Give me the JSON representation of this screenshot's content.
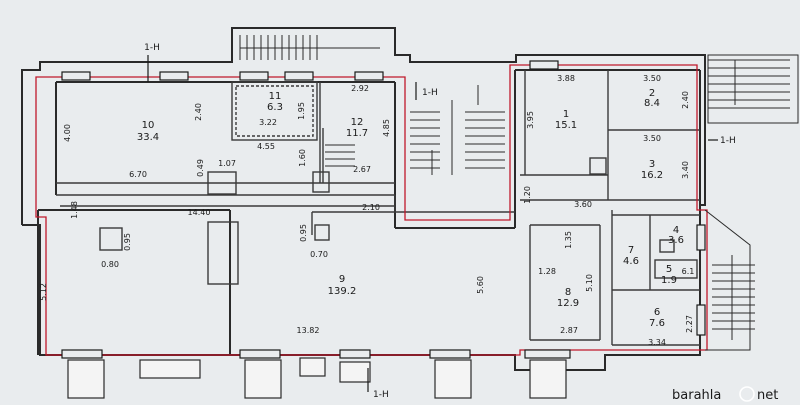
{
  "rooms": [
    {
      "num": "1",
      "area": "15.1"
    },
    {
      "num": "2",
      "area": "8.4"
    },
    {
      "num": "3",
      "area": "16.2"
    },
    {
      "num": "4",
      "area": "3.6"
    },
    {
      "num": "5",
      "area": "1.9"
    },
    {
      "num": "6",
      "area": "7.6"
    },
    {
      "num": "7",
      "area": "4.6"
    },
    {
      "num": "8",
      "area": "12.9"
    },
    {
      "num": "9",
      "area": "139.2"
    },
    {
      "num": "10",
      "area": "33.4"
    },
    {
      "num": "11",
      "area": "6.3"
    },
    {
      "num": "12",
      "area": "11.7"
    }
  ],
  "dimensions": [
    "3.88",
    "3.50",
    "2.40",
    "3.95",
    "3.50",
    "3.40",
    "3.60",
    "1.20",
    "2.92",
    "4.85",
    "2.67",
    "2.40",
    "4.00",
    "3.22",
    "1.95",
    "4.55",
    "1.60",
    "6.70",
    "0.49",
    "1.07",
    "14.40",
    "1.48",
    "0.95",
    "0.80",
    "2.10",
    "0.95",
    "0.70",
    "5.60",
    "1.35",
    "1.28",
    "5.10",
    "2.87",
    "13.82",
    "5.12",
    "2.27",
    "3.34",
    "6.1"
  ],
  "axis_marks": [
    "1-Н",
    "1-Н",
    "1-Н",
    "1-Н"
  ],
  "watermark": "barahla",
  "watermark_net": "net"
}
